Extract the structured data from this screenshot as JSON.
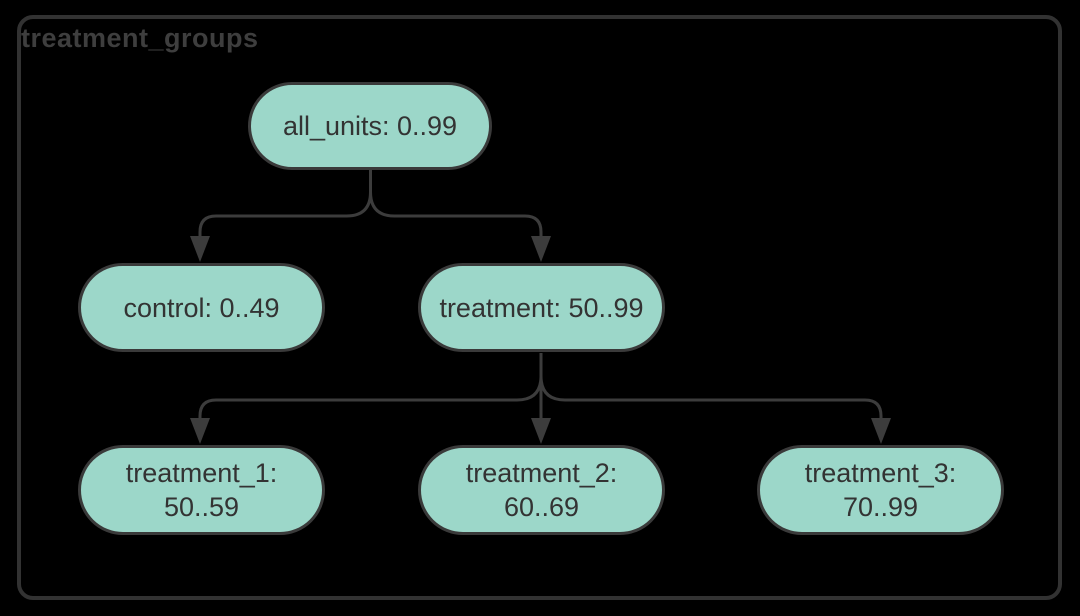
{
  "type": "tree-diagram",
  "title": "treatment_groups",
  "colors": {
    "background": "#000000",
    "container_border": "#323232",
    "title": "#3e3e3e",
    "node_fill": "#9cd7c9",
    "node_border": "#3a3a3a",
    "node_text": "#333333",
    "edge": "#3c3c3c"
  },
  "nodes": {
    "all_units": {
      "lines": [
        "all_units: 0..99"
      ]
    },
    "control": {
      "lines": [
        "control: 0..49"
      ]
    },
    "treatment": {
      "lines": [
        "treatment: 50..99"
      ]
    },
    "treatment_1": {
      "lines": [
        "treatment_1:",
        "50..59"
      ]
    },
    "treatment_2": {
      "lines": [
        "treatment_2:",
        "60..69"
      ]
    },
    "treatment_3": {
      "lines": [
        "treatment_3:",
        "70..99"
      ]
    }
  },
  "edges": [
    {
      "from": "all_units",
      "to": "control"
    },
    {
      "from": "all_units",
      "to": "treatment"
    },
    {
      "from": "treatment",
      "to": "treatment_1"
    },
    {
      "from": "treatment",
      "to": "treatment_2"
    },
    {
      "from": "treatment",
      "to": "treatment_3"
    }
  ]
}
